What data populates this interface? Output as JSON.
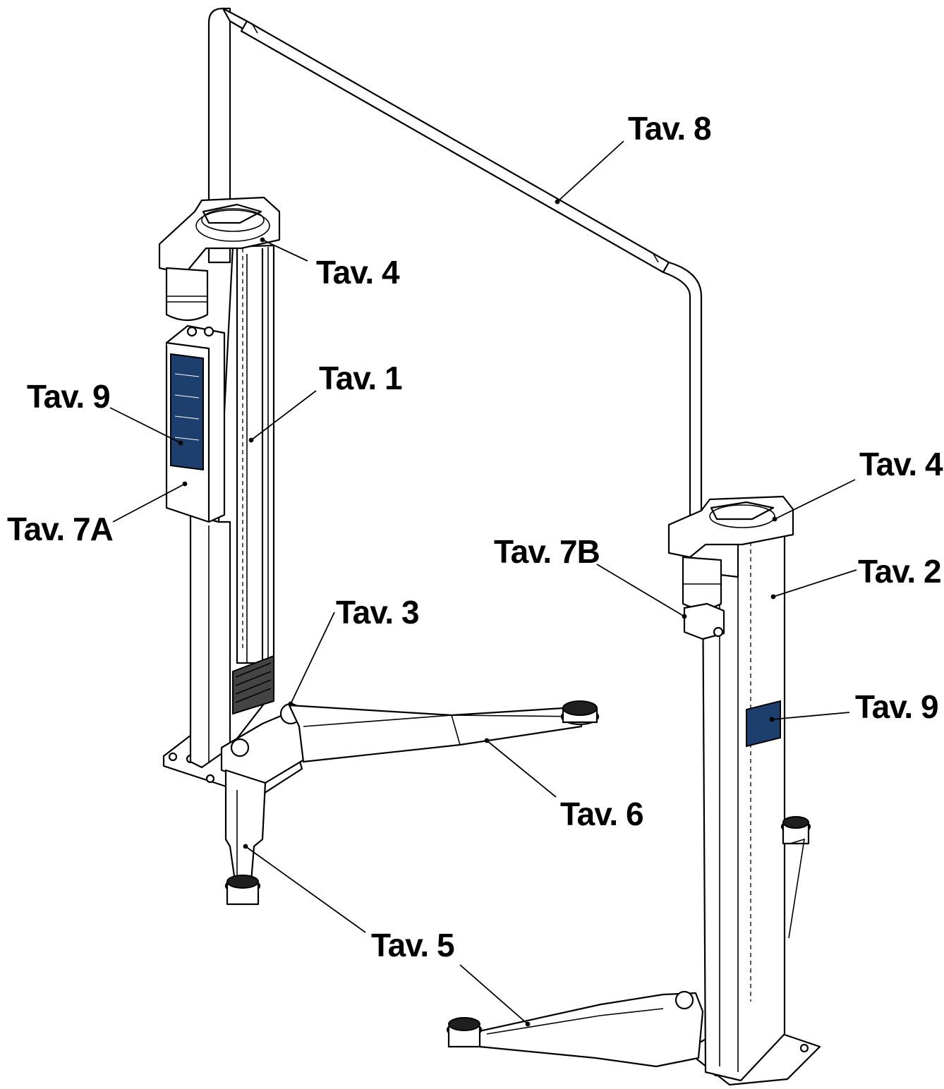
{
  "labels": {
    "tav8": "Tav. 8",
    "tav4_left": "Tav. 4",
    "tav4_right": "Tav. 4",
    "tav1": "Tav. 1",
    "tav9_left": "Tav. 9",
    "tav9_right": "Tav. 9",
    "tav7a": "Tav. 7A",
    "tav7b": "Tav. 7B",
    "tav2": "Tav. 2",
    "tav3": "Tav. 3",
    "tav6": "Tav. 6",
    "tav5": "Tav. 5"
  },
  "colors": {
    "line": "#000000",
    "label_panel_blue": "#1d3f6e",
    "background": "#ffffff"
  }
}
